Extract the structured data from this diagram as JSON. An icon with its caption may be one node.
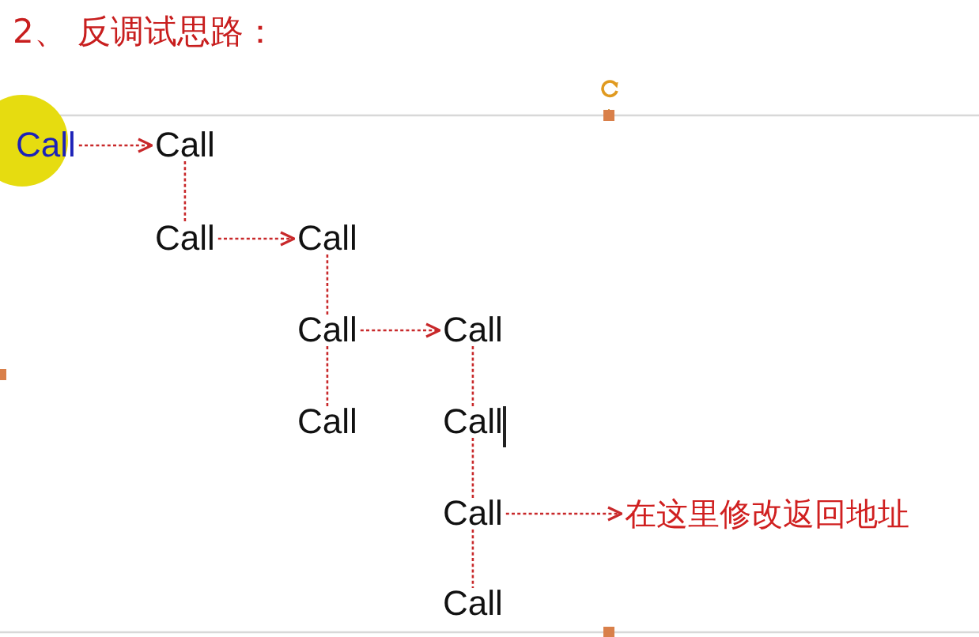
{
  "diagram": {
    "title": "2、 反调试思路：",
    "nodes": [
      {
        "text": [
          "Call"
        ]
      },
      {
        "text": [
          "Call"
        ]
      },
      {
        "text": [
          "Call"
        ]
      },
      {
        "text": [
          "Call"
        ]
      },
      {
        "text": [
          "Call"
        ]
      },
      {
        "text": [
          "Call"
        ]
      },
      {
        "text": [
          "Call"
        ]
      },
      {
        "text": [
          "Call"
        ]
      },
      {
        "text": [
          "Call"
        ]
      },
      {
        "text": [
          "在这里修改返回地址"
        ]
      },
      {
        "text": [
          "Call"
        ]
      }
    ],
    "edges": [
      {
        "from": 0,
        "to": 1,
        "arrow": "to",
        "style": "dashed"
      },
      {
        "from": 1,
        "to": 2,
        "arrow": "none",
        "style": "dashed"
      },
      {
        "from": 2,
        "to": 3,
        "arrow": "to",
        "style": "dashed"
      },
      {
        "from": 3,
        "to": 4,
        "arrow": "none",
        "style": "dashed"
      },
      {
        "from": 4,
        "to": 5,
        "arrow": "to",
        "style": "dashed"
      },
      {
        "from": 4,
        "to": 6,
        "arrow": "none",
        "style": "dashed"
      },
      {
        "from": 5,
        "to": 7,
        "arrow": "none",
        "style": "dashed"
      },
      {
        "from": 7,
        "to": 8,
        "arrow": "none",
        "style": "dashed"
      },
      {
        "from": 8,
        "to": 9,
        "arrow": "to",
        "style": "dashed"
      },
      {
        "from": 8,
        "to": 10,
        "arrow": "none",
        "style": "dashed"
      }
    ]
  }
}
